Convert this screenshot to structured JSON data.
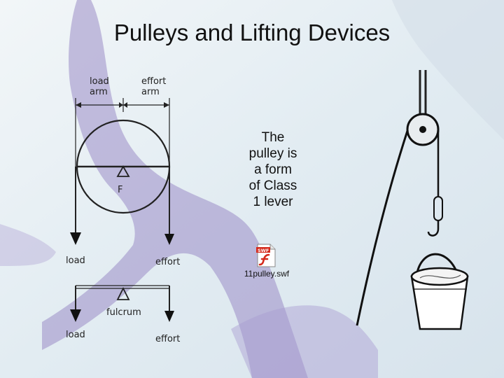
{
  "slide": {
    "title": "Pulleys and Lifting Devices",
    "body_lines": [
      "The",
      "pulley is",
      "a form",
      "of Class",
      "1 lever"
    ]
  },
  "lever_diagram": {
    "load_arm_label": [
      "load",
      "arm"
    ],
    "effort_arm_label": [
      "effort",
      "arm"
    ],
    "fulcrum_letter": "F",
    "load_label": "load",
    "effort_label": "effort",
    "fulcrum_label": "fulcrum",
    "load_label_2": "load",
    "effort_label_2": "effort"
  },
  "attachment": {
    "icon": "flash-file-icon",
    "badge": "SWF",
    "filename": "11pulley.swf"
  },
  "colors": {
    "background": "#e9f1f5",
    "starfish": "#8a78b8",
    "flash_red": "#d42a1c"
  }
}
